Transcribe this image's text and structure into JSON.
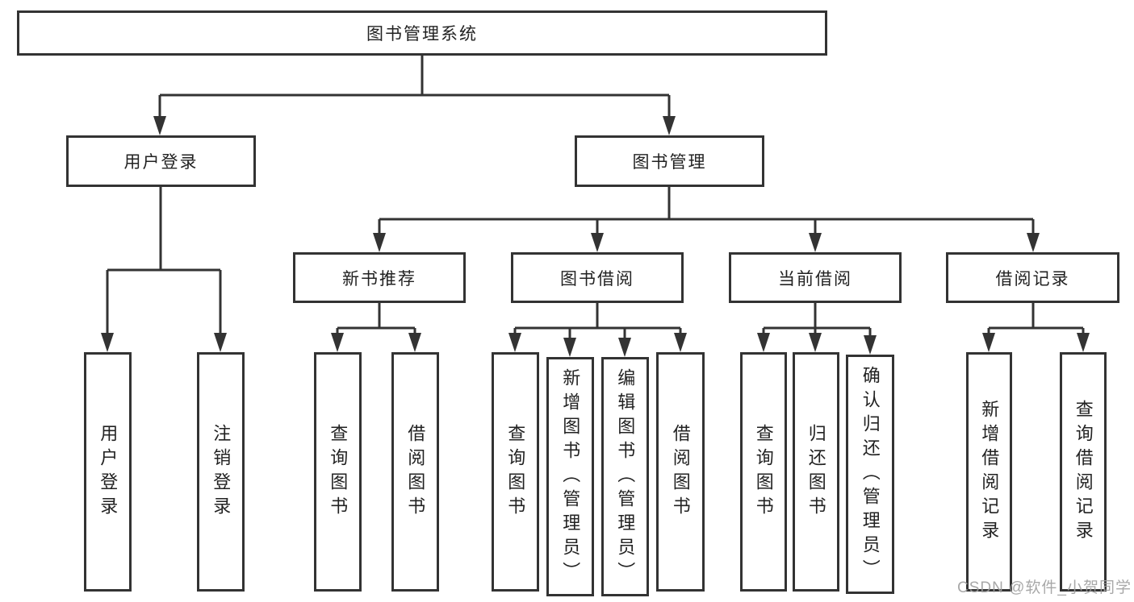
{
  "root_label": "图书管理系统",
  "l2": {
    "login": "用户登录",
    "mgmt": "图书管理"
  },
  "l3": {
    "recommend": "新书推荐",
    "borrow": "图书借阅",
    "current": "当前借阅",
    "records": "借阅记录"
  },
  "leaves": {
    "login": [
      "用户登录",
      "注销登录"
    ],
    "recommend": [
      "查询图书",
      "借阅图书"
    ],
    "borrow": [
      "查询图书",
      "新增图书（管理员）",
      "编辑图书（管理员）",
      "借阅图书"
    ],
    "current": [
      "查询图书",
      "归还图书",
      "确认归还（管理员）"
    ],
    "records": [
      "新增借阅记录",
      "查询借阅记录"
    ]
  },
  "watermark": "CSDN @软件_小贺同学",
  "colors": {
    "line": "#333333",
    "text": "#222222",
    "watermark": "#9e9e9e",
    "background": "#ffffff"
  }
}
